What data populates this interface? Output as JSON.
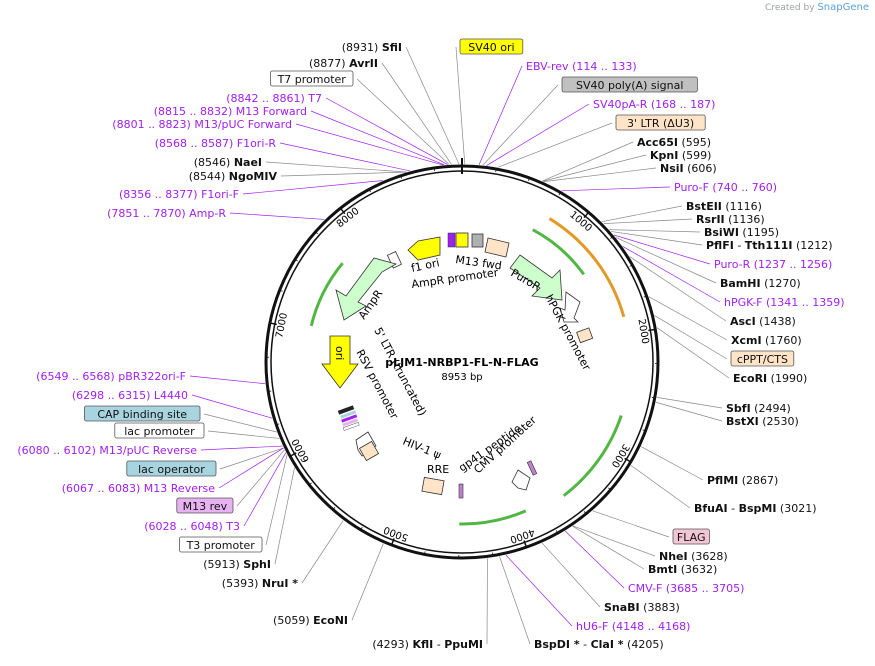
{
  "credit": {
    "prefix": "Created by",
    "brand": "SnapGene"
  },
  "plasmid": {
    "name": "pLJM1-NRBP1-FL-N-FLAG",
    "size": "8953 bp"
  },
  "ticks": [
    "1000",
    "2000",
    "3000",
    "4000",
    "5000",
    "6000",
    "7000",
    "8000"
  ],
  "inner_labels": {
    "f1_ori": "f1 ori",
    "m13_fwd": "M13 fwd",
    "puro_r": "PuroR",
    "ampr_promoter": "AmpR promoter",
    "hpgk_promoter": "hPGK promoter",
    "ampr": "AmpR",
    "ori": "ori",
    "ltr_truncated": "5' LTR (truncated)",
    "rsv_promoter": "RSV promoter",
    "hiv_psi": "HIV-1 ψ",
    "rre": "RRE",
    "gp41": "gp41 peptide",
    "cmv_promoter": "CMV promoter"
  },
  "left_labels": [
    {
      "id": "sfii",
      "pos": "(8931)",
      "name": "SfiI",
      "kind": "site"
    },
    {
      "id": "avrii",
      "pos": "(8877)",
      "name": "AvrII",
      "kind": "site"
    },
    {
      "id": "t7-promoter",
      "name": "T7 promoter",
      "kind": "box"
    },
    {
      "id": "t7",
      "pos": "(8842 .. 8861)",
      "name": "T7",
      "kind": "primer"
    },
    {
      "id": "m13-forward",
      "pos": "(8815 .. 8832)",
      "name": "M13 Forward",
      "kind": "primer"
    },
    {
      "id": "m13-puc-forward",
      "pos": "(8801 .. 8823)",
      "name": "M13/pUC Forward",
      "kind": "primer"
    },
    {
      "id": "f1ori-r",
      "pos": "(8568 .. 8587)",
      "name": "F1ori-R",
      "kind": "primer"
    },
    {
      "id": "naei",
      "pos": "(8546)",
      "name": "NaeI",
      "kind": "site"
    },
    {
      "id": "ngomiv",
      "pos": "(8544)",
      "name": "NgoMIV",
      "kind": "site"
    },
    {
      "id": "f1ori-f",
      "pos": "(8356 .. 8377)",
      "name": "F1ori-F",
      "kind": "primer"
    },
    {
      "id": "amp-r",
      "pos": "(7851 .. 7870)",
      "name": "Amp-R",
      "kind": "primer"
    },
    {
      "id": "pbr322ori-f",
      "pos": "(6549 .. 6568)",
      "name": "pBR322ori-F",
      "kind": "primer"
    },
    {
      "id": "l4440",
      "pos": "(6298 .. 6315)",
      "name": "L4440",
      "kind": "primer"
    },
    {
      "id": "cap-binding-site",
      "name": "CAP binding site",
      "kind": "box"
    },
    {
      "id": "lac-promoter",
      "name": "lac promoter",
      "kind": "box"
    },
    {
      "id": "m13-puc-reverse",
      "pos": "(6080 .. 6102)",
      "name": "M13/pUC Reverse",
      "kind": "primer"
    },
    {
      "id": "lac-operator",
      "name": "lac operator",
      "kind": "box"
    },
    {
      "id": "m13-reverse",
      "pos": "(6067 .. 6083)",
      "name": "M13 Reverse",
      "kind": "primer"
    },
    {
      "id": "m13-rev",
      "name": "M13 rev",
      "kind": "box"
    },
    {
      "id": "t3",
      "pos": "(6028 .. 6048)",
      "name": "T3",
      "kind": "primer"
    },
    {
      "id": "t3-promoter",
      "name": "T3 promoter",
      "kind": "box"
    },
    {
      "id": "sphi",
      "pos": "(5913)",
      "name": "SphI",
      "kind": "site"
    },
    {
      "id": "nrui",
      "pos": "(5393)",
      "name": "NruI *",
      "kind": "site"
    },
    {
      "id": "econi",
      "pos": "(5059)",
      "name": "EcoNI",
      "kind": "site"
    },
    {
      "id": "kfli-ppumi",
      "pos": "(4293)",
      "name": "KflI",
      "name2": "PpuMI",
      "kind": "site2"
    }
  ],
  "right_labels": [
    {
      "id": "sv40-ori",
      "name": "SV40 ori",
      "kind": "box"
    },
    {
      "id": "ebv-rev",
      "name": "EBV-rev",
      "pos": "(114 .. 133)",
      "kind": "primer"
    },
    {
      "id": "sv40-polya",
      "name": "SV40 poly(A) signal",
      "kind": "box"
    },
    {
      "id": "sv40pa-r",
      "name": "SV40pA-R",
      "pos": "(168 .. 187)",
      "kind": "primer"
    },
    {
      "id": "ltr-du3",
      "name": "3' LTR (ΔU3)",
      "kind": "box"
    },
    {
      "id": "acc65i",
      "name": "Acc65I",
      "pos": "(595)",
      "kind": "site"
    },
    {
      "id": "kpni",
      "name": "KpnI",
      "pos": "(599)",
      "kind": "site"
    },
    {
      "id": "nsii",
      "name": "NsiI",
      "pos": "(606)",
      "kind": "site"
    },
    {
      "id": "puro-f",
      "name": "Puro-F",
      "pos": "(740 .. 760)",
      "kind": "primer"
    },
    {
      "id": "bsteii",
      "name": "BstEII",
      "pos": "(1116)",
      "kind": "site"
    },
    {
      "id": "rsrii",
      "name": "RsrII",
      "pos": "(1136)",
      "kind": "site"
    },
    {
      "id": "bsiwi",
      "name": "BsiWI",
      "pos": "(1195)",
      "kind": "site"
    },
    {
      "id": "pflfi-tth111i",
      "name": "PflFI",
      "name2": "Tth111I",
      "pos": "(1212)",
      "kind": "site2"
    },
    {
      "id": "puro-r",
      "name": "Puro-R",
      "pos": "(1237 .. 1256)",
      "kind": "primer"
    },
    {
      "id": "bamhi",
      "name": "BamHI",
      "pos": "(1270)",
      "kind": "site"
    },
    {
      "id": "hpgk-f",
      "name": "hPGK-F",
      "pos": "(1341 .. 1359)",
      "kind": "primer"
    },
    {
      "id": "asci",
      "name": "AscI",
      "pos": "(1438)",
      "kind": "site"
    },
    {
      "id": "xcmi",
      "name": "XcmI",
      "pos": "(1760)",
      "kind": "site"
    },
    {
      "id": "cppt-cts",
      "name": "cPPT/CTS",
      "kind": "box"
    },
    {
      "id": "ecori",
      "name": "EcoRI",
      "pos": "(1990)",
      "kind": "site"
    },
    {
      "id": "sbfi",
      "name": "SbfI",
      "pos": "(2494)",
      "kind": "site"
    },
    {
      "id": "bstxi",
      "name": "BstXI",
      "pos": "(2530)",
      "kind": "site"
    },
    {
      "id": "pflmi",
      "name": "PflMI",
      "pos": "(2867)",
      "kind": "site"
    },
    {
      "id": "bfuai-bspmi",
      "name": "BfuAI",
      "name2": "BspMI",
      "pos": "(3021)",
      "kind": "site2"
    },
    {
      "id": "flag",
      "name": "FLAG",
      "kind": "box"
    },
    {
      "id": "nhei",
      "name": "NheI",
      "pos": "(3628)",
      "kind": "site"
    },
    {
      "id": "bmti",
      "name": "BmtI",
      "pos": "(3632)",
      "kind": "site"
    },
    {
      "id": "cmv-f",
      "name": "CMV-F",
      "pos": "(3685 .. 3705)",
      "kind": "primer"
    },
    {
      "id": "snabi",
      "name": "SnaBI",
      "pos": "(3883)",
      "kind": "site"
    },
    {
      "id": "hu6-f",
      "name": "hU6-F",
      "pos": "(4148 .. 4168)",
      "kind": "primer"
    },
    {
      "id": "bspdi-clai",
      "name": "BspDI *",
      "name2": "ClaI *",
      "pos": "(4205)",
      "kind": "site2"
    }
  ],
  "colors": {
    "primer": "#a020f0",
    "sv40_ori": "#ffff00",
    "polya": "#c0c0c0",
    "ltr": "#ffe4c8",
    "cap": "#a8d4e0",
    "lac_operator": "#a8d4e0",
    "m13_rev": "#e6b3f0",
    "flag": "#f2c6d4",
    "puro": "#ccffcc",
    "ampr": "#ccffcc",
    "ori_arrow": "#ffff00",
    "orf_green": "#33aa22",
    "orf_orange": "#dd8800"
  }
}
